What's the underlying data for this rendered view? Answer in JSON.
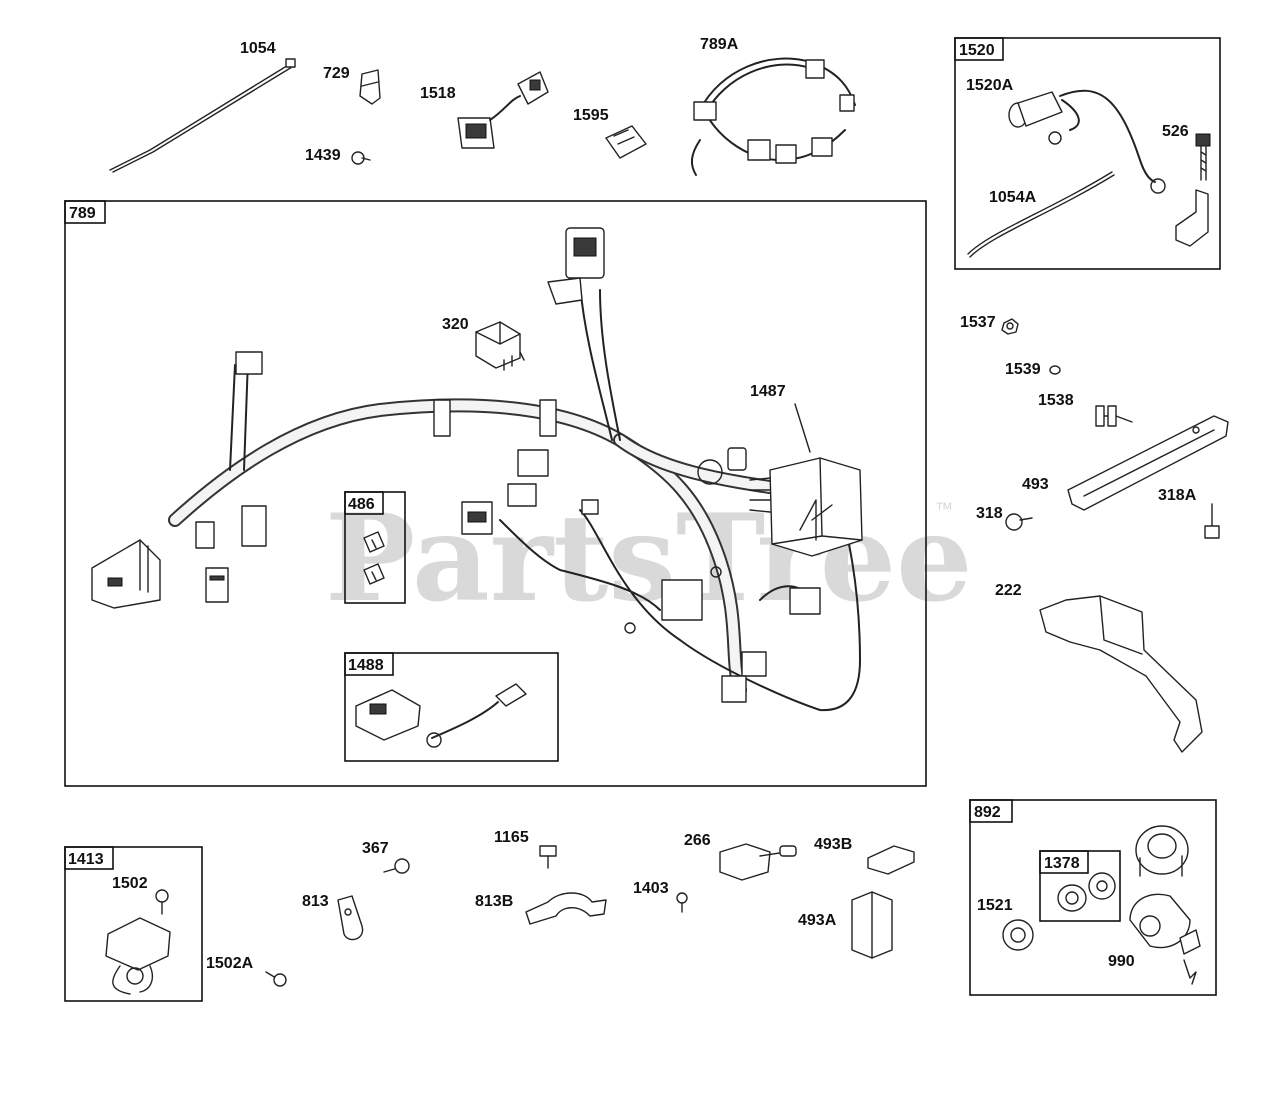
{
  "watermark": {
    "text": "PartsTree",
    "tm": "™"
  },
  "boxes": {
    "b789": "789",
    "b1520": "1520",
    "b486": "486",
    "b1488": "1488",
    "b1413": "1413",
    "b892": "892",
    "b1378": "1378"
  },
  "labels": {
    "l1054": "1054",
    "l729": "729",
    "l1439": "1439",
    "l1518": "1518",
    "l1595": "1595",
    "l789A": "789A",
    "l1520A": "1520A",
    "l526": "526",
    "l1054A": "1054A",
    "l320": "320",
    "l1487": "1487",
    "l1537": "1537",
    "l1539": "1539",
    "l1538": "1538",
    "l493": "493",
    "l318": "318",
    "l318A": "318A",
    "l222": "222",
    "l1502": "1502",
    "l1502A": "1502A",
    "l367": "367",
    "l813": "813",
    "l1165": "1165",
    "l813B": "813B",
    "l1403": "1403",
    "l266": "266",
    "l493B": "493B",
    "l493A": "493A",
    "l1521": "1521",
    "l990": "990"
  }
}
